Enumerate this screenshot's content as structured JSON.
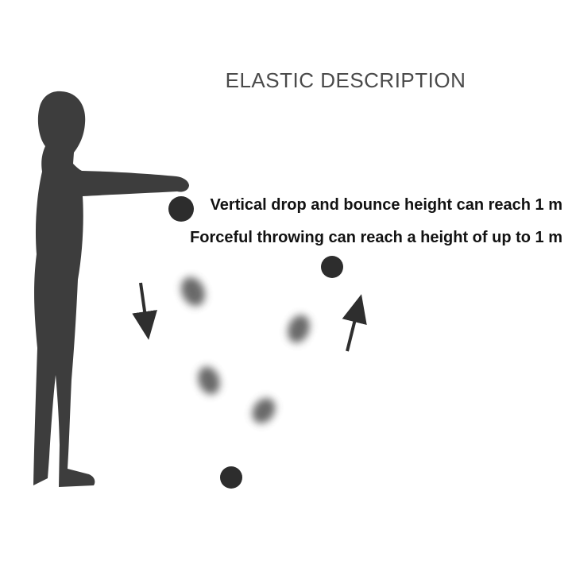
{
  "title": "ELASTIC DESCRIPTION",
  "captions": {
    "line1": "Vertical drop and bounce height can reach 1 m",
    "line2": "Forceful throwing can reach a height of up to 1 m"
  },
  "colors": {
    "background": "#ffffff",
    "silhouette": "#3d3d3d",
    "ball": "#2d2d2d",
    "blur_ball": "#4f4f4f",
    "arrow": "#2e2e2e",
    "title": "#4a4a4a",
    "caption": "#121212"
  },
  "icons": {
    "person": "person-silhouette",
    "down_arrow": "down-arrow",
    "up_arrow": "up-arrow",
    "ball": "bouncing-ball"
  }
}
